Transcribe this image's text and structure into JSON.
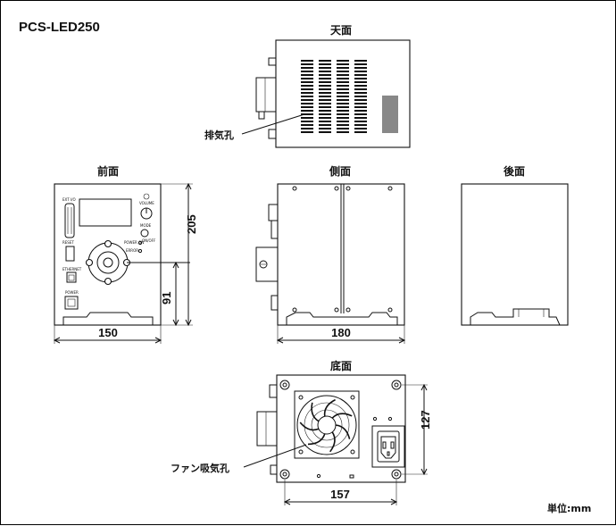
{
  "title": "PCS-LED250",
  "views": {
    "top": "天面",
    "front": "前面",
    "side": "側面",
    "back": "後面",
    "bottom": "底面"
  },
  "callouts": {
    "exhaust": "排気孔",
    "fan_intake": "ファン吸気孔"
  },
  "dimensions": {
    "front_width": "150",
    "front_height": "205",
    "front_center_height": "91",
    "side_depth": "180",
    "bottom_hole_pitch_x": "157",
    "bottom_hole_pitch_y": "127"
  },
  "panel_labels": {
    "ext": "EXT I/O",
    "volume": "VOLUME",
    "reset": "RESET",
    "mode": "MODE",
    "power_on": "POWER ON",
    "on_off": "ON/OFF",
    "error": "ERROR",
    "ethernet": "ETHERNET",
    "power": "POWER"
  },
  "unit_note": "単位:mm"
}
